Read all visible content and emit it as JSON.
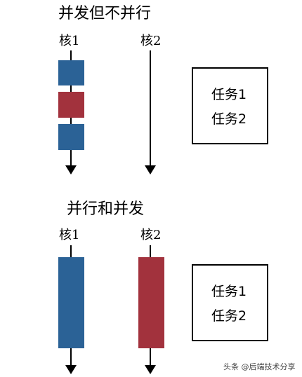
{
  "section1": {
    "title": "并发但不并行",
    "core1": "核1",
    "core2": "核2",
    "legend": {
      "task1": "任务1",
      "task2": "任务2"
    }
  },
  "section2": {
    "title": "并行和并发",
    "core1": "核1",
    "core2": "核2",
    "legend": {
      "task1": "任务1",
      "task2": "任务2"
    }
  },
  "colors": {
    "task1": "#2b6296",
    "task2": "#a2323d"
  },
  "watermark": "头条 @后端技术分享"
}
